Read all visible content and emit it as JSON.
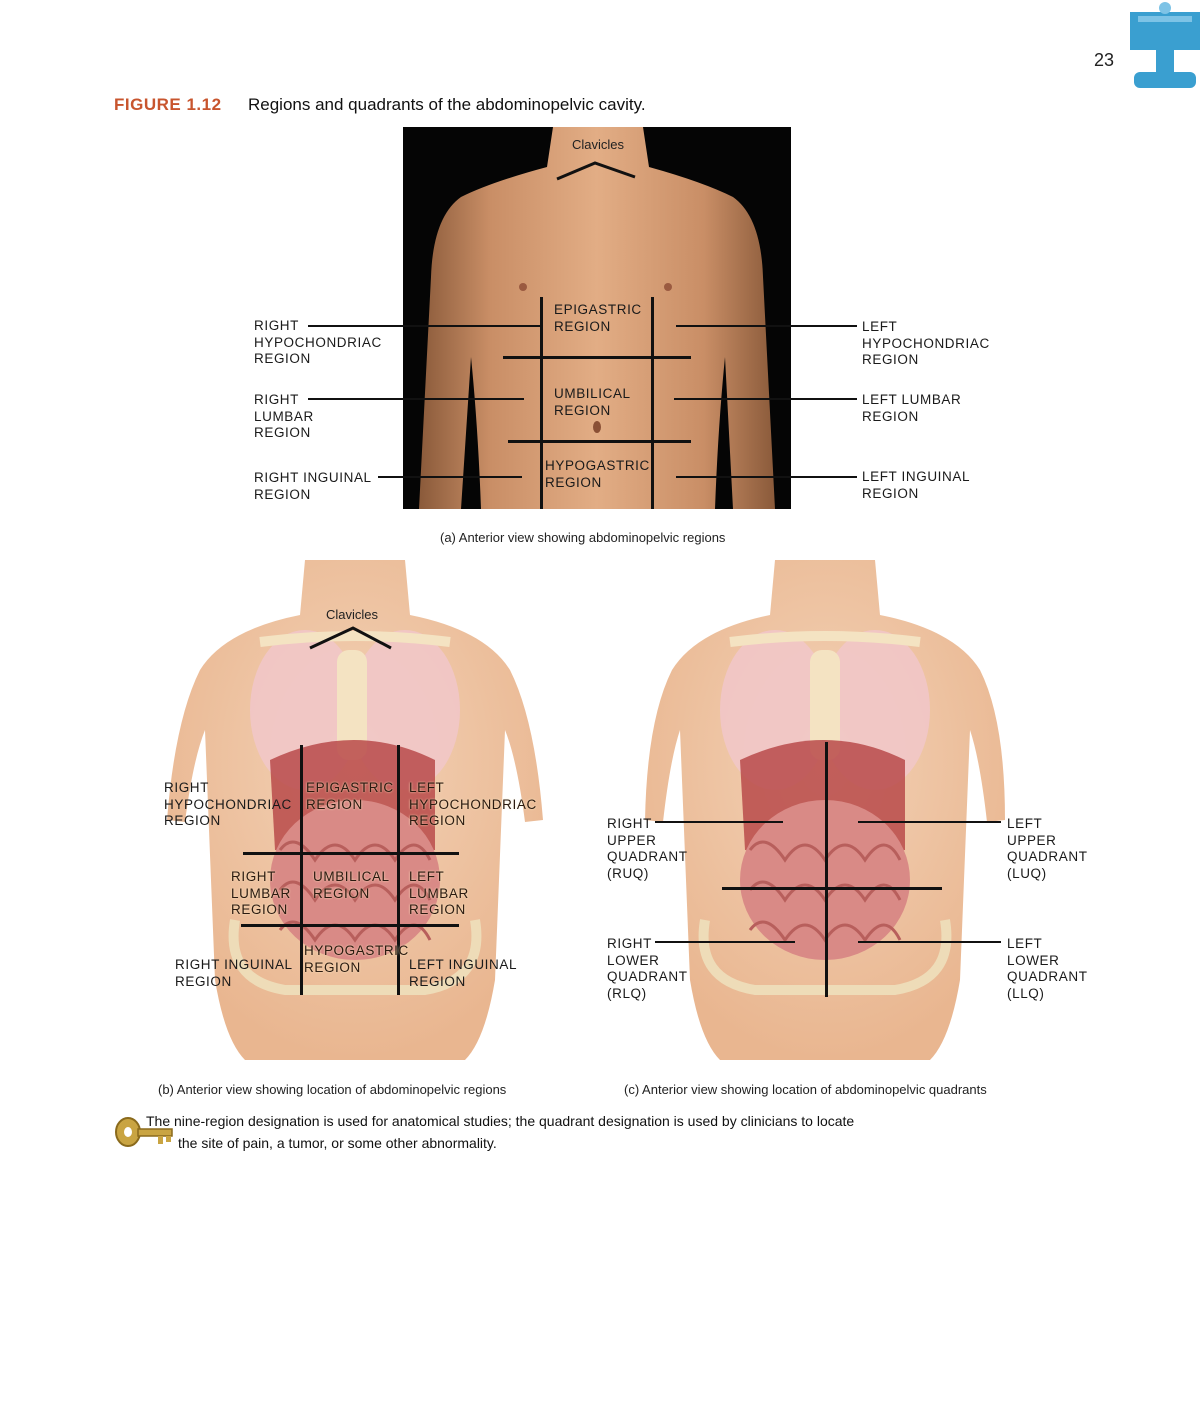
{
  "page": {
    "number": "23"
  },
  "figure": {
    "label": "FIGURE 1.12",
    "title": "Regions and quadrants of the abdominopelvic cavity."
  },
  "panel_a": {
    "clavicles": "Clavicles",
    "caption": "(a) Anterior view showing abdominopelvic regions",
    "left_labels": [
      "RIGHT\nHYPOCHONDRIAC\nREGION",
      "RIGHT\nLUMBAR\nREGION",
      "RIGHT INGUINAL\nREGION"
    ],
    "right_labels": [
      "LEFT\nHYPOCHONDRIAC\nREGION",
      "LEFT LUMBAR\nREGION",
      "LEFT INGUINAL\nREGION"
    ],
    "center_labels": [
      "EPIGASTRIC\nREGION",
      "UMBILICAL\nREGION",
      "HYPOGASTRIC\nREGION"
    ]
  },
  "panel_b": {
    "clavicles": "Clavicles",
    "caption": "(b) Anterior view showing location of abdominopelvic regions",
    "labels": {
      "rh": "RIGHT\nHYPOCHONDRIAC\nREGION",
      "epi": "EPIGASTRIC\nREGION",
      "lh": "LEFT\nHYPOCHONDRIAC\nREGION",
      "rl": "RIGHT\nLUMBAR\nREGION",
      "umb": "UMBILICAL\nREGION",
      "ll": "LEFT\nLUMBAR\nREGION",
      "ri": "RIGHT INGUINAL\nREGION",
      "hypo": "HYPOGASTRIC\nREGION",
      "li": "LEFT INGUINAL\nREGION"
    }
  },
  "panel_c": {
    "caption": "(c) Anterior view showing location of abdominopelvic quadrants",
    "labels": {
      "ruq": "RIGHT\nUPPER\nQUADRANT\n(RUQ)",
      "luq": "LEFT\nUPPER\nQUADRANT\n(LUQ)",
      "rlq": "RIGHT\nLOWER\nQUADRANT\n(RLQ)",
      "llq": "LEFT\nLOWER\nQUADRANT\n(LLQ)"
    }
  },
  "key_note": {
    "icon": "key-icon",
    "line1": "The nine-region designation is used for anatomical studies; the quadrant designation is used by clinicians to locate",
    "line2": "the site of pain, a tumor, or some other abnormality."
  },
  "colors": {
    "figure_label": "#c8552e",
    "corner_icon": "#3a9fd0",
    "skin": "#d9a279",
    "organs": "#c46a6a"
  }
}
